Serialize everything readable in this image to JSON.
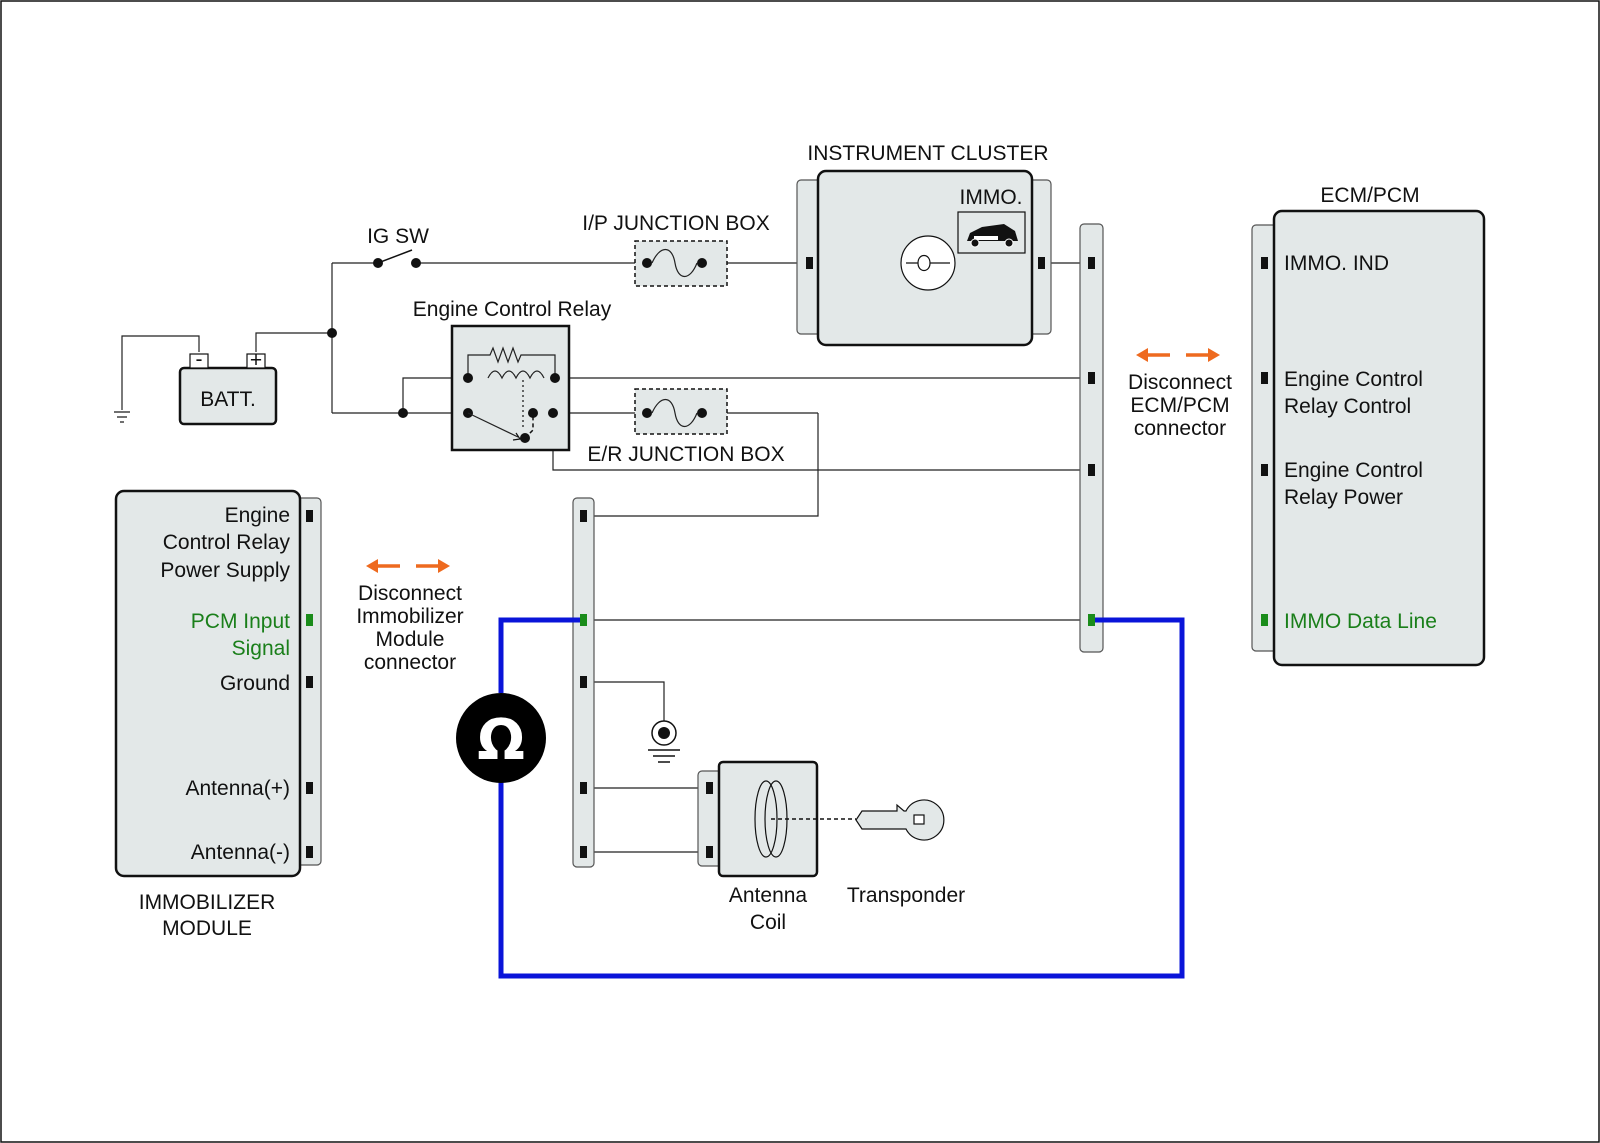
{
  "labels": {
    "instrument_cluster": "INSTRUMENT CLUSTER",
    "immo": "IMMO.",
    "ecm_pcm": "ECM/PCM",
    "ig_sw": "IG SW",
    "ip_junction_box": "I/P JUNCTION BOX",
    "engine_control_relay": "Engine Control Relay",
    "batt": "BATT.",
    "er_junction_box": "E/R JUNCTION BOX",
    "transponder": "Transponder",
    "antenna_coil": [
      "Antenna",
      "Coil"
    ],
    "immobilizer_module": [
      "IMMOBILIZER",
      "MODULE"
    ],
    "batt_minus": "-",
    "batt_plus": "+"
  },
  "ecm_pins": {
    "immo_ind": "IMMO. IND",
    "ecr_control": [
      "Engine Control",
      "Relay Control"
    ],
    "ecr_power": [
      "Engine Control",
      "Relay Power"
    ],
    "immo_data_line": "IMMO Data Line"
  },
  "immobilizer_pins": {
    "ecr_power_supply": [
      "Engine",
      "Control Relay",
      "Power Supply"
    ],
    "pcm_input_signal": [
      "PCM Input",
      "Signal"
    ],
    "ground": "Ground",
    "antenna_plus": "Antenna(+)",
    "antenna_minus": "Antenna(-)"
  },
  "notes": {
    "disconnect_ecm": [
      "Disconnect",
      "ECM/PCM",
      "connector"
    ],
    "disconnect_immobilizer": [
      "Disconnect",
      "Immobilizer",
      "Module",
      "connector"
    ]
  },
  "meter": {
    "symbol": "Ω"
  },
  "colors": {
    "measurement_wire": "#0a14d9",
    "highlight_pin": "#1a8c1a",
    "arrow": "#ee6a1f",
    "component_fill": "#e3e8e8"
  }
}
